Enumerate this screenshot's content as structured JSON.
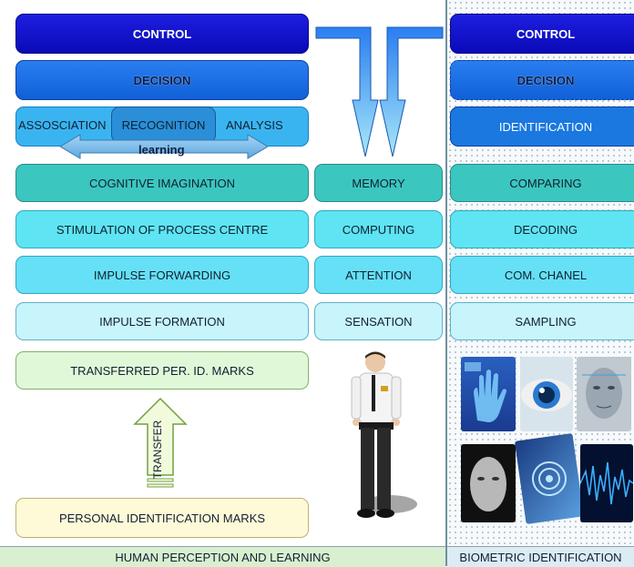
{
  "left": {
    "control": "CONTROL",
    "decision": "DECISION",
    "association": "ASSOSCIATION",
    "recognition": "RECOGNITION",
    "analysis": "ANALYSIS",
    "learning": "learning",
    "cognitive": "COGNITIVE IMAGINATION",
    "stimulation": "STIMULATION OF PROCESS CENTRE",
    "forwarding": "IMPULSE FORWARDING",
    "formation": "IMPULSE FORMATION",
    "transferred": "TRANSFERRED PER. ID. MARKS",
    "transfer": "TRANSFER",
    "personal": "PERSONAL IDENTIFICATION MARKS"
  },
  "middle": {
    "memory": "MEMORY",
    "computing": "COMPUTING",
    "attention": "ATTENTION",
    "sensation": "SENSATION"
  },
  "right": {
    "control": "CONTROL",
    "decision": "DECISION",
    "identification": "IDENTIFICATION",
    "comparing": "COMPARING",
    "decoding": "DECODING",
    "channel": "COM. CHANEL",
    "sampling": "SAMPLING"
  },
  "footer": {
    "left": "HUMAN PERCEPTION AND LEARNING",
    "right": "BIOMETRIC IDENTIFICATION"
  },
  "colors": {
    "dark_blue": "#0a0ab8",
    "blue": "#1060d8",
    "sky": "#3ab4f0",
    "teal": "#3cc6c0",
    "cyan": "#5ee4f2",
    "pale": "#c8f4fc",
    "green": "#e0f8d8",
    "yellow": "#fefad8"
  },
  "images": [
    "palm-scan-icon",
    "eye-iris-icon",
    "face-scan-icon",
    "face-3d-icon",
    "fingerprint-collage-icon",
    "voice-waveform-icon",
    "security-guard-figure"
  ]
}
